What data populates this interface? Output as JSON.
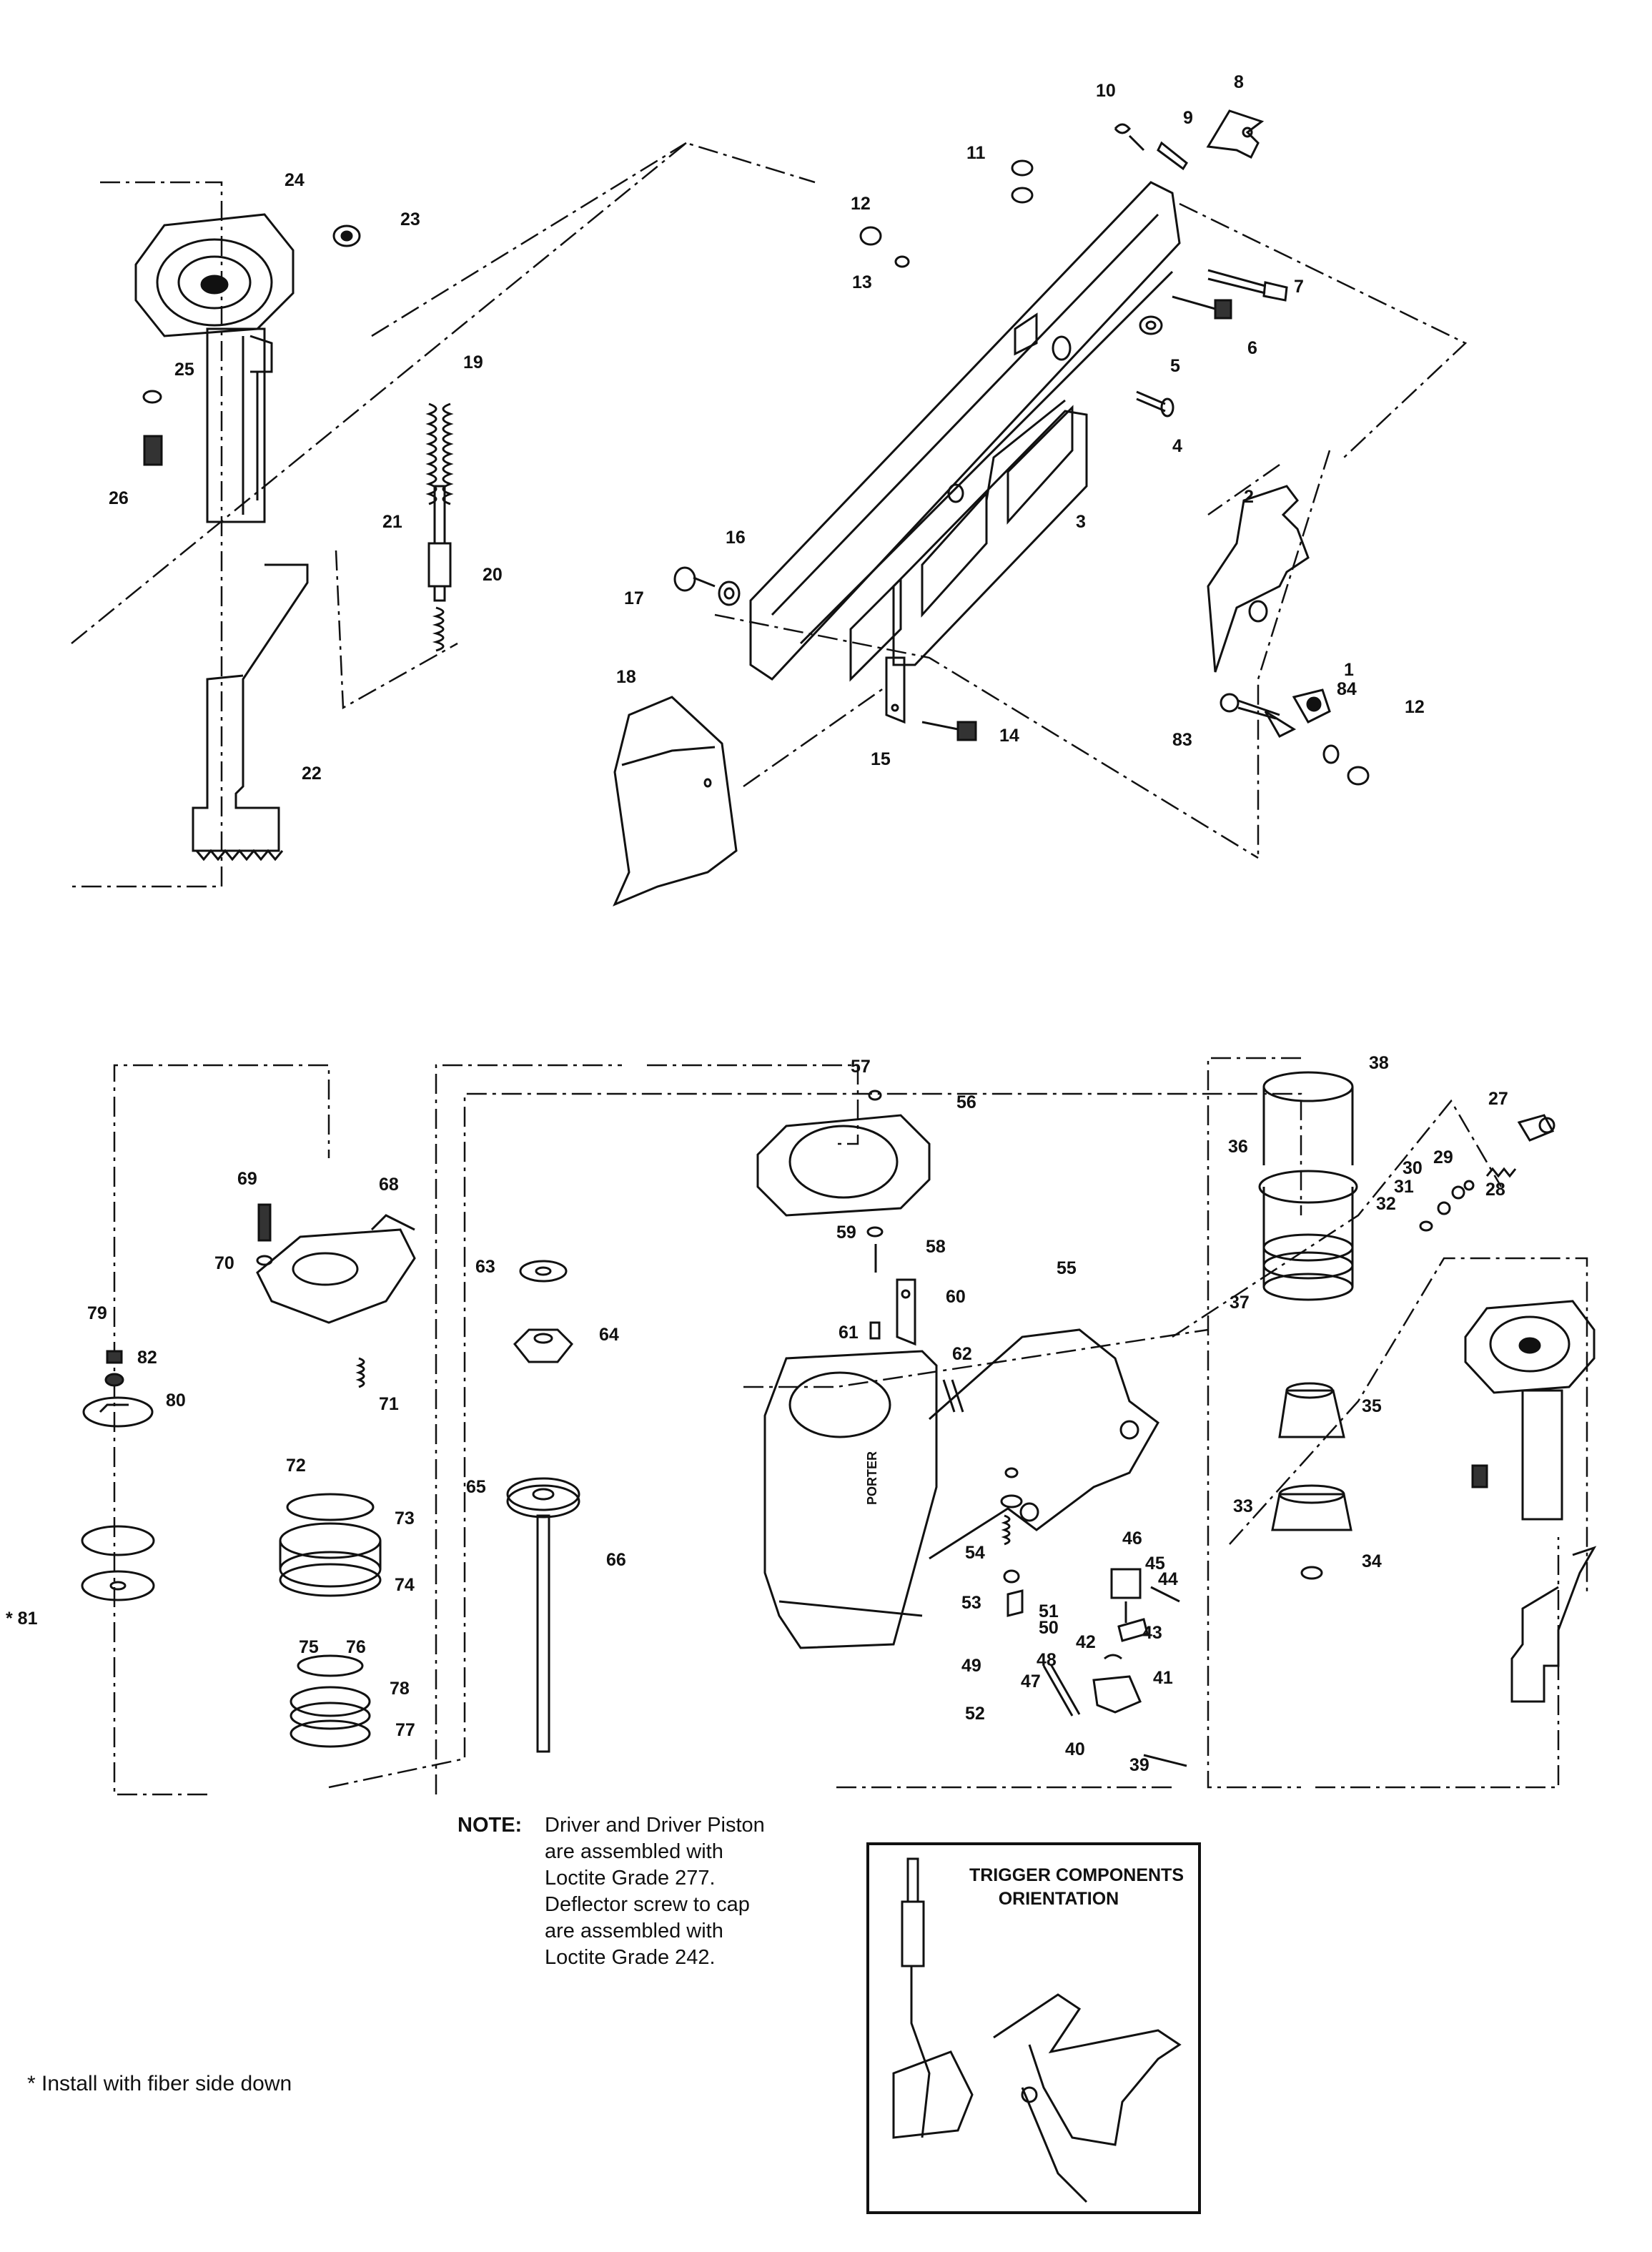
{
  "parts": {
    "p1": "1",
    "p2": "2",
    "p3": "3",
    "p4": "4",
    "p5": "5",
    "p6": "6",
    "p7": "7",
    "p8": "8",
    "p9": "9",
    "p10": "10",
    "p11": "11",
    "p12": "12",
    "p13": "13",
    "p14": "14",
    "p15": "15",
    "p16": "16",
    "p17": "17",
    "p18": "18",
    "p19": "19",
    "p20": "20",
    "p21": "21",
    "p22": "22",
    "p23": "23",
    "p24": "24",
    "p25": "25",
    "p26": "26",
    "p27": "27",
    "p28": "28",
    "p29": "29",
    "p30": "30",
    "p31": "31",
    "p32": "32",
    "p33": "33",
    "p34": "34",
    "p35": "35",
    "p36": "36",
    "p37": "37",
    "p38": "38",
    "p39": "39",
    "p40": "40",
    "p41": "41",
    "p42": "42",
    "p43": "43",
    "p44": "44",
    "p45": "45",
    "p46": "46",
    "p47": "47",
    "p48": "48",
    "p49": "49",
    "p50": "50",
    "p51": "51",
    "p52": "52",
    "p53": "53",
    "p54": "54",
    "p55": "55",
    "p56": "56",
    "p57": "57",
    "p58": "58",
    "p59": "59",
    "p60": "60",
    "p61": "61",
    "p62": "62",
    "p63": "63",
    "p64": "64",
    "p65": "65",
    "p66": "66",
    "p68": "68",
    "p69": "69",
    "p70": "70",
    "p71": "71",
    "p72": "72",
    "p73": "73",
    "p74": "74",
    "p75": "75",
    "p76": "76",
    "p77": "77",
    "p78": "78",
    "p79": "79",
    "p80": "80",
    "p81": "* 81",
    "p82": "82",
    "p83": "83",
    "p84": "84"
  },
  "note": {
    "heading": "NOTE:",
    "lines": [
      "Driver and Driver Piston",
      "are assembled with",
      "Loctite Grade 277.",
      "Deflector screw to cap",
      "are assembled with",
      "Loctite Grade 242."
    ]
  },
  "footnote": "*  Install with fiber side down",
  "inset": {
    "title_line1": "TRIGGER COMPONENTS",
    "title_line2": "ORIENTATION"
  },
  "tool_nameplate": "PORTER"
}
